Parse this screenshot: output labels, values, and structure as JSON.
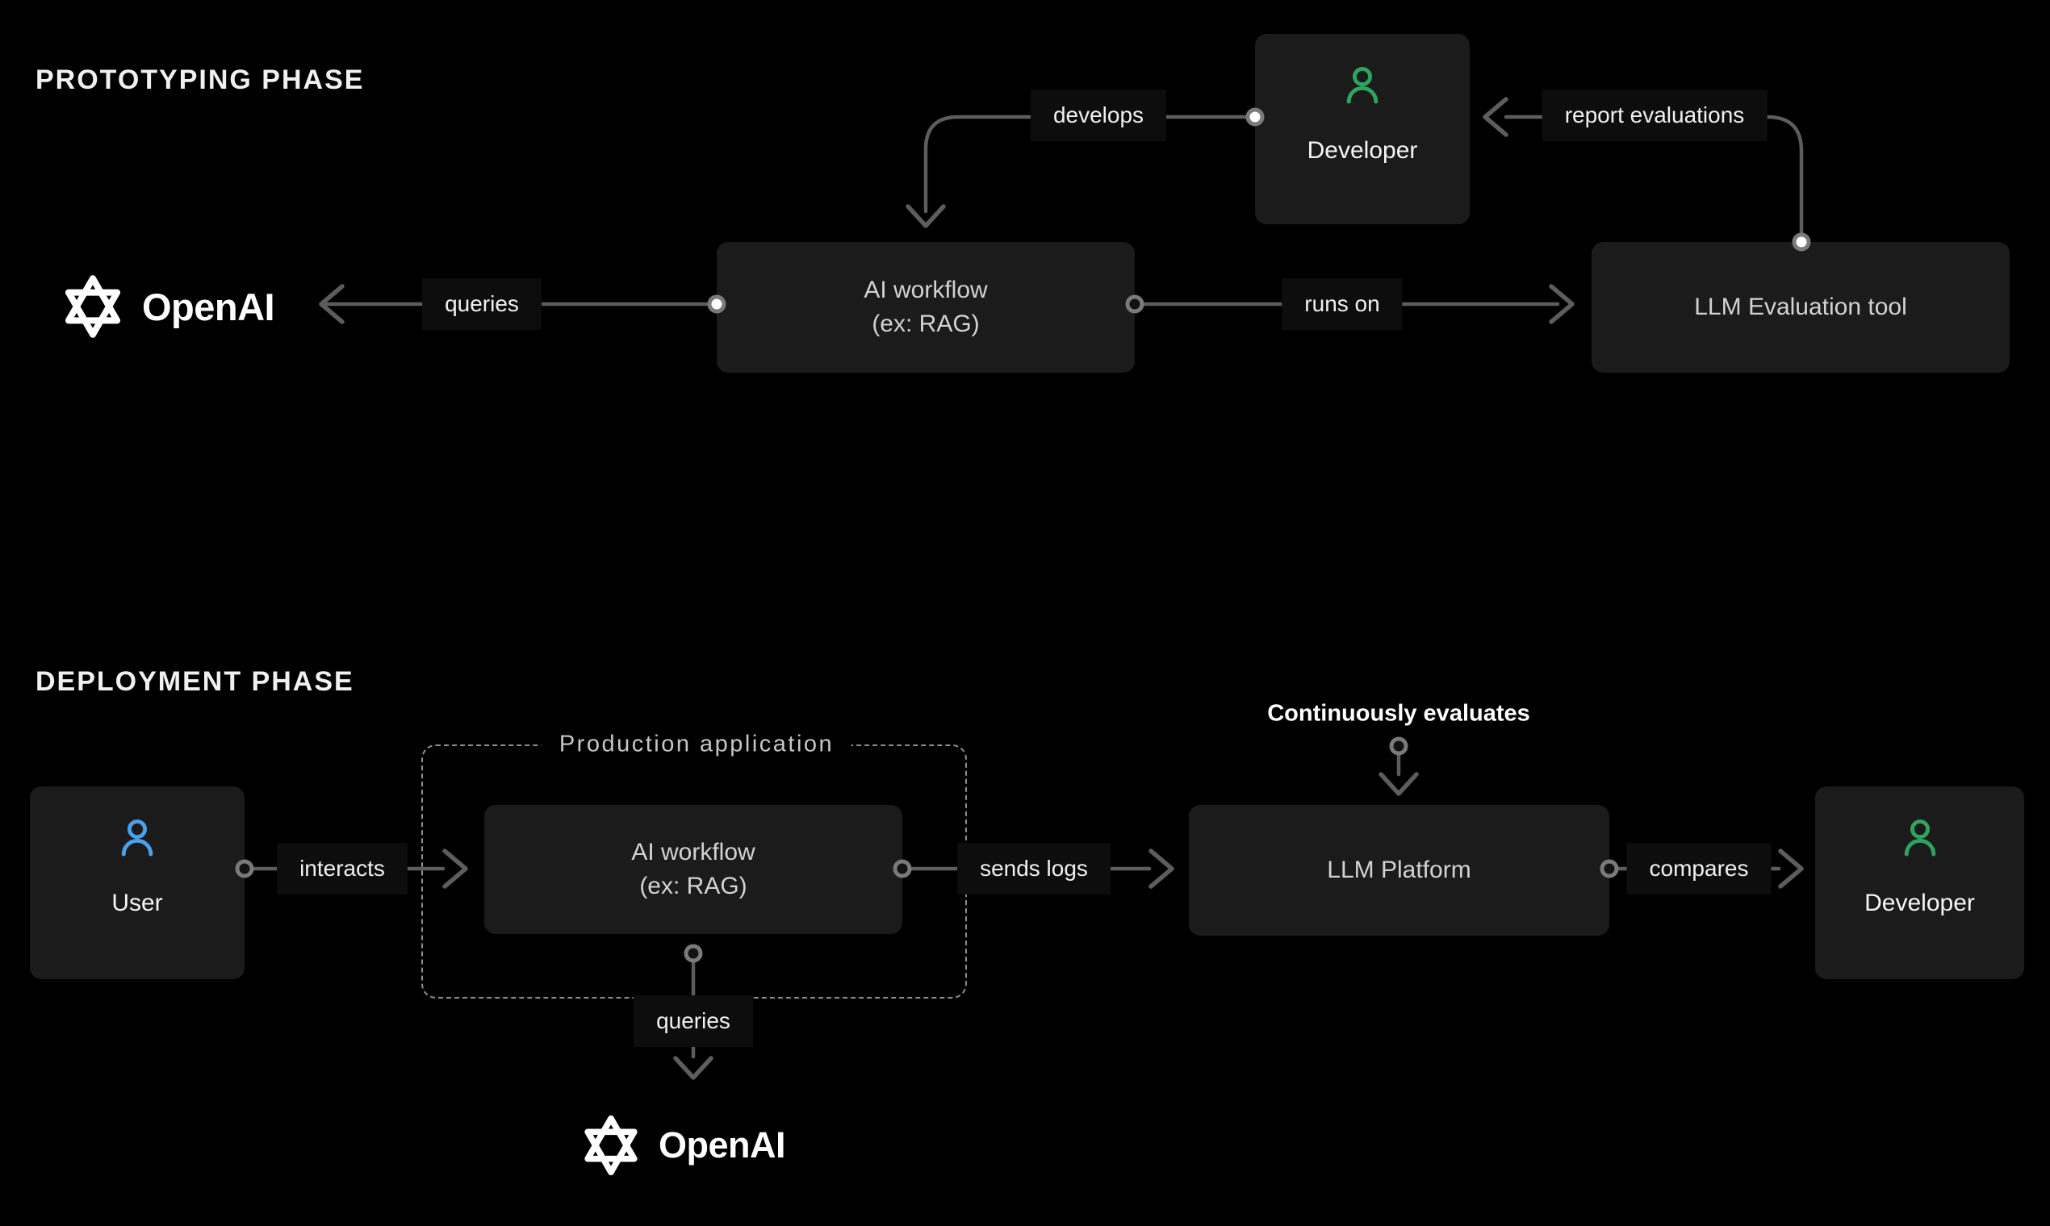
{
  "colors": {
    "background": "#000000",
    "node_bg": "#1b1b1c",
    "node_text": "#d2d2d2",
    "person_text": "#f5f5f5",
    "label_text": "#f0f0f0",
    "label_bg": "#0d0d0d",
    "arrow": "#5d5d5d",
    "dot_stroke": "#7a7a7a",
    "developer_icon_green": "#2fa45f",
    "user_icon_blue": "#4aa0ea",
    "dashed_border": "#8f8f8f",
    "dashed_label_text": "#c6c6c6",
    "phase_title_text": "#f0f0f0",
    "logo_white": "#ffffff"
  },
  "phases": {
    "prototyping": {
      "title": "PROTOTYPING PHASE",
      "nodes": {
        "developer": {
          "label": "Developer"
        },
        "openai": {
          "label": "OpenAI"
        },
        "ai_workflow": {
          "line1": "AI workflow",
          "line2": "(ex: RAG)"
        },
        "llm_evaluation_tool": {
          "label": "LLM Evaluation tool"
        }
      },
      "edges": {
        "develops": {
          "label": "develops"
        },
        "queries": {
          "label": "queries"
        },
        "runs_on": {
          "label": "runs on"
        },
        "report_evaluations": {
          "label": "report evaluations"
        }
      }
    },
    "deployment": {
      "title": "DEPLOYMENT PHASE",
      "annotation": "Continuously evaluates",
      "nodes": {
        "user": {
          "label": "User"
        },
        "production_application": {
          "label": "Production application"
        },
        "ai_workflow": {
          "line1": "AI workflow",
          "line2": "(ex: RAG)"
        },
        "llm_platform": {
          "label": "LLM Platform"
        },
        "developer": {
          "label": "Developer"
        },
        "openai": {
          "label": "OpenAI"
        }
      },
      "edges": {
        "interacts": {
          "label": "interacts"
        },
        "sends_logs": {
          "label": "sends logs"
        },
        "queries": {
          "label": "queries"
        },
        "compares": {
          "label": "compares"
        }
      }
    }
  }
}
